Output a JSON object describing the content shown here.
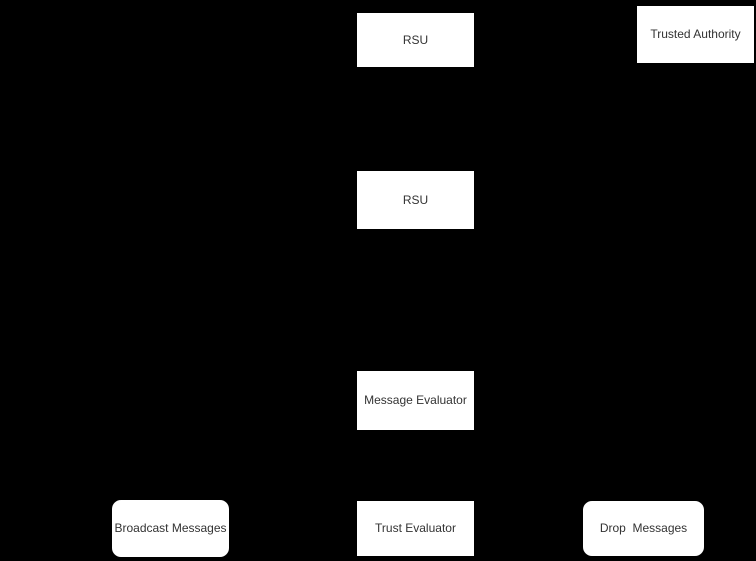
{
  "diagram": {
    "background_color": "#000000",
    "node_fill_color": "#ffffff",
    "node_text_color": "#333333",
    "nodes": [
      {
        "id": "rsu-top",
        "label": "RSU",
        "shape": "rectangle"
      },
      {
        "id": "trusted-authority",
        "label": "Trusted Authority",
        "shape": "rectangle"
      },
      {
        "id": "rsu-middle",
        "label": "RSU",
        "shape": "rectangle"
      },
      {
        "id": "message-evaluator",
        "label": "Message Evaluator",
        "shape": "rectangle"
      },
      {
        "id": "broadcast-messages",
        "label": "Broadcast Messages",
        "shape": "rounded-rectangle"
      },
      {
        "id": "trust-evaluator",
        "label": "Trust Evaluator",
        "shape": "rectangle"
      },
      {
        "id": "drop-messages",
        "label": "Drop  Messages",
        "shape": "rounded-rectangle"
      }
    ]
  }
}
